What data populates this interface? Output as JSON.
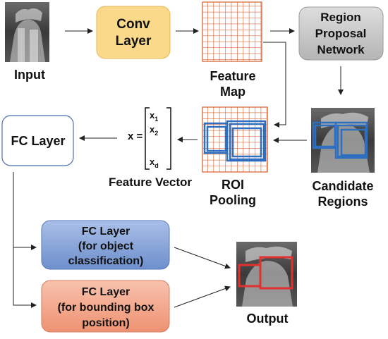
{
  "labels": {
    "input": "Input",
    "conv_layer": [
      "Conv",
      "Layer"
    ],
    "feature_map": [
      "Feature",
      "Map"
    ],
    "rpn": [
      "Region",
      "Proposal",
      "Network"
    ],
    "candidate_regions": [
      "Candidate",
      "Regions"
    ],
    "roi_pooling": [
      "ROI",
      "Pooling"
    ],
    "feature_vector": "Feature Vector",
    "vector_lhs": "x =",
    "vector_entries": [
      "x",
      "x",
      "x"
    ],
    "vector_subscripts": [
      "1",
      "2",
      "d"
    ],
    "fc_layer": "FC Layer",
    "fc_class": [
      "FC Layer",
      "(for object",
      "classification)"
    ],
    "fc_bbox": [
      "FC Layer",
      "(for bounding box",
      "position)"
    ],
    "output": "Output"
  },
  "colors": {
    "conv_fill": "#fbd98a",
    "rpn_fill": "#c8c8c8",
    "fc_border": "#4a6fb0",
    "fc_class_fill": "#7f9fd6",
    "fc_bbox_fill": "#f3a58a",
    "grid": "#d9683a",
    "candidate_box": "#2f6fc0",
    "output_box": "#e03030"
  }
}
